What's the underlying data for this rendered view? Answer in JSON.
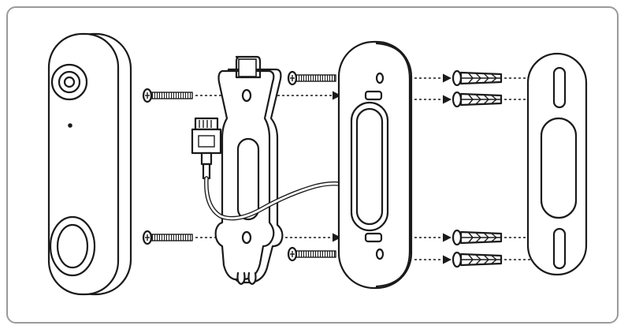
{
  "figure": {
    "frame_color": "#9a9a9a",
    "line_color": "#1a1a1a",
    "background": "#ffffff",
    "components": [
      "doorbell-unit",
      "mounting-bracket",
      "cable-connector",
      "angled-wedge-plate",
      "wall-anchors",
      "wall-template"
    ]
  }
}
